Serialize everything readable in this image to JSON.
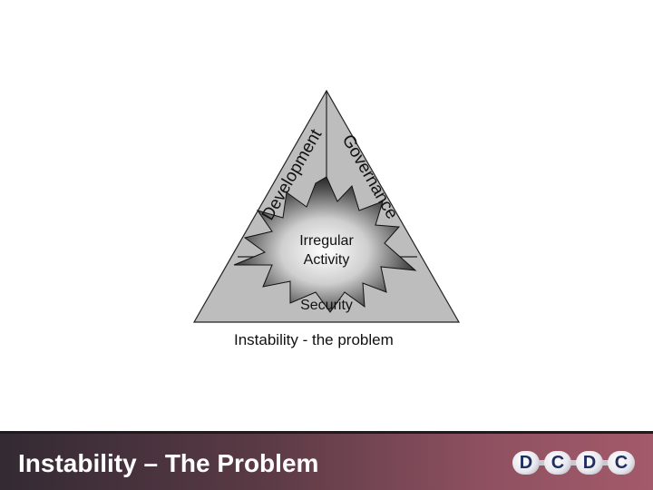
{
  "diagram": {
    "side_left": "Development",
    "side_right": "Governance",
    "center": [
      "Irregular",
      "Activity"
    ],
    "base": "Security",
    "caption": "Instability - the problem"
  },
  "footer": {
    "title": "Instability – The Problem",
    "logo_letters": [
      "D",
      "C",
      "D",
      "C"
    ],
    "gradient_colors": [
      "#332a33",
      "#8f5161"
    ]
  }
}
